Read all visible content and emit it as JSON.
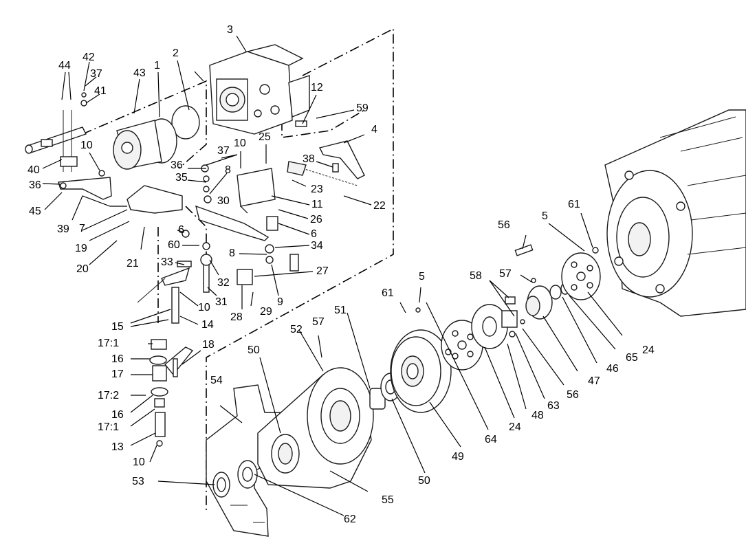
{
  "callouts": [
    {
      "id": "c3",
      "text": "3"
    },
    {
      "id": "c2",
      "text": "2"
    },
    {
      "id": "c1",
      "text": "1"
    },
    {
      "id": "c44",
      "text": "44"
    },
    {
      "id": "c42",
      "text": "42"
    },
    {
      "id": "c37a",
      "text": "37"
    },
    {
      "id": "c43",
      "text": "43"
    },
    {
      "id": "c41",
      "text": "41"
    },
    {
      "id": "c12",
      "text": "12"
    },
    {
      "id": "c59",
      "text": "59"
    },
    {
      "id": "c4",
      "text": "4"
    },
    {
      "id": "c10a",
      "text": "10"
    },
    {
      "id": "c37b",
      "text": "37"
    },
    {
      "id": "c10b",
      "text": "10"
    },
    {
      "id": "c25",
      "text": "25"
    },
    {
      "id": "c38",
      "text": "38"
    },
    {
      "id": "c40",
      "text": "40"
    },
    {
      "id": "c36a",
      "text": "36"
    },
    {
      "id": "c36b",
      "text": "36"
    },
    {
      "id": "c35",
      "text": "35"
    },
    {
      "id": "c8a",
      "text": "8"
    },
    {
      "id": "c23",
      "text": "23"
    },
    {
      "id": "c22",
      "text": "22"
    },
    {
      "id": "c45",
      "text": "45"
    },
    {
      "id": "c39",
      "text": "39"
    },
    {
      "id": "c7",
      "text": "7"
    },
    {
      "id": "c30",
      "text": "30"
    },
    {
      "id": "c11",
      "text": "11"
    },
    {
      "id": "c26",
      "text": "26"
    },
    {
      "id": "c19",
      "text": "19"
    },
    {
      "id": "c6a",
      "text": "6"
    },
    {
      "id": "c6b",
      "text": "6"
    },
    {
      "id": "c20",
      "text": "20"
    },
    {
      "id": "c21",
      "text": "21"
    },
    {
      "id": "c60",
      "text": "60"
    },
    {
      "id": "c34",
      "text": "34"
    },
    {
      "id": "c8b",
      "text": "8"
    },
    {
      "id": "c33",
      "text": "33"
    },
    {
      "id": "c32",
      "text": "32"
    },
    {
      "id": "c27",
      "text": "27"
    },
    {
      "id": "c31",
      "text": "31"
    },
    {
      "id": "c9",
      "text": "9"
    },
    {
      "id": "c10c",
      "text": "10"
    },
    {
      "id": "c28",
      "text": "28"
    },
    {
      "id": "c29",
      "text": "29"
    },
    {
      "id": "c15",
      "text": "15"
    },
    {
      "id": "c14",
      "text": "14"
    },
    {
      "id": "c17_1a",
      "text": "17:1"
    },
    {
      "id": "c18",
      "text": "18"
    },
    {
      "id": "c16a",
      "text": "16"
    },
    {
      "id": "c17",
      "text": "17"
    },
    {
      "id": "c17_2",
      "text": "17:2"
    },
    {
      "id": "c16b",
      "text": "16"
    },
    {
      "id": "c17_1b",
      "text": "17:1"
    },
    {
      "id": "c13",
      "text": "13"
    },
    {
      "id": "c10d",
      "text": "10"
    },
    {
      "id": "c56a",
      "text": "56"
    },
    {
      "id": "c5a",
      "text": "5"
    },
    {
      "id": "c61a",
      "text": "61"
    },
    {
      "id": "c58",
      "text": "58"
    },
    {
      "id": "c57a",
      "text": "57"
    },
    {
      "id": "c61b",
      "text": "61"
    },
    {
      "id": "c5b",
      "text": "5"
    },
    {
      "id": "c51",
      "text": "51"
    },
    {
      "id": "c57b",
      "text": "57"
    },
    {
      "id": "c52",
      "text": "52"
    },
    {
      "id": "c50a",
      "text": "50"
    },
    {
      "id": "c54",
      "text": "54"
    },
    {
      "id": "c24a",
      "text": "24"
    },
    {
      "id": "c65",
      "text": "65"
    },
    {
      "id": "c46",
      "text": "46"
    },
    {
      "id": "c47",
      "text": "47"
    },
    {
      "id": "c56b",
      "text": "56"
    },
    {
      "id": "c63",
      "text": "63"
    },
    {
      "id": "c48",
      "text": "48"
    },
    {
      "id": "c24b",
      "text": "24"
    },
    {
      "id": "c64",
      "text": "64"
    },
    {
      "id": "c49",
      "text": "49"
    },
    {
      "id": "c50b",
      "text": "50"
    },
    {
      "id": "c53",
      "text": "53"
    },
    {
      "id": "c55",
      "text": "55"
    },
    {
      "id": "c62",
      "text": "62"
    }
  ]
}
